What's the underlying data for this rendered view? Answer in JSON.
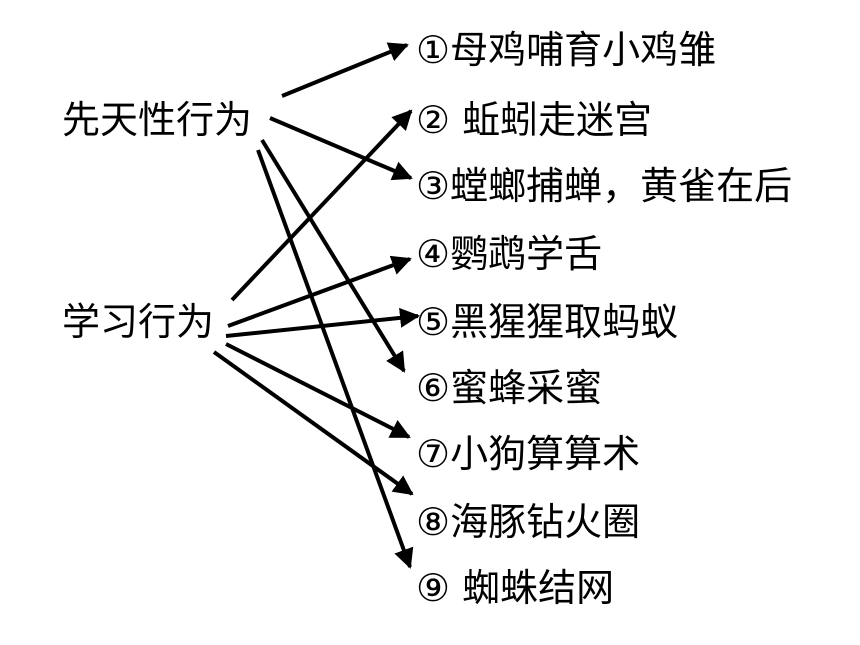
{
  "categories": [
    {
      "id": "innate",
      "label": "先天性行为"
    },
    {
      "id": "learned",
      "label": "学习行为"
    }
  ],
  "items": [
    {
      "id": 1,
      "label": "①母鸡哺育小鸡雏"
    },
    {
      "id": 2,
      "label": "② 蚯蚓走迷宫"
    },
    {
      "id": 3,
      "label": "③螳螂捕蝉，黄雀在后"
    },
    {
      "id": 4,
      "label": "④鹦鹉学舌"
    },
    {
      "id": 5,
      "label": "⑤黑猩猩取蚂蚁"
    },
    {
      "id": 6,
      "label": "⑥蜜蜂采蜜"
    },
    {
      "id": 7,
      "label": "⑦小狗算算术"
    },
    {
      "id": 8,
      "label": "⑧海豚钻火圈"
    },
    {
      "id": 9,
      "label": "⑨ 蜘蛛结网"
    }
  ],
  "connections": [
    {
      "from": "innate",
      "to": 1
    },
    {
      "from": "innate",
      "to": 3
    },
    {
      "from": "innate",
      "to": 6
    },
    {
      "from": "innate",
      "to": 9
    },
    {
      "from": "learned",
      "to": 2
    },
    {
      "from": "learned",
      "to": 4
    },
    {
      "from": "learned",
      "to": 5
    },
    {
      "from": "learned",
      "to": 7
    },
    {
      "from": "learned",
      "to": 8
    }
  ],
  "colors": {
    "text": "#000000",
    "arrow": "#000000",
    "background": "#ffffff"
  }
}
